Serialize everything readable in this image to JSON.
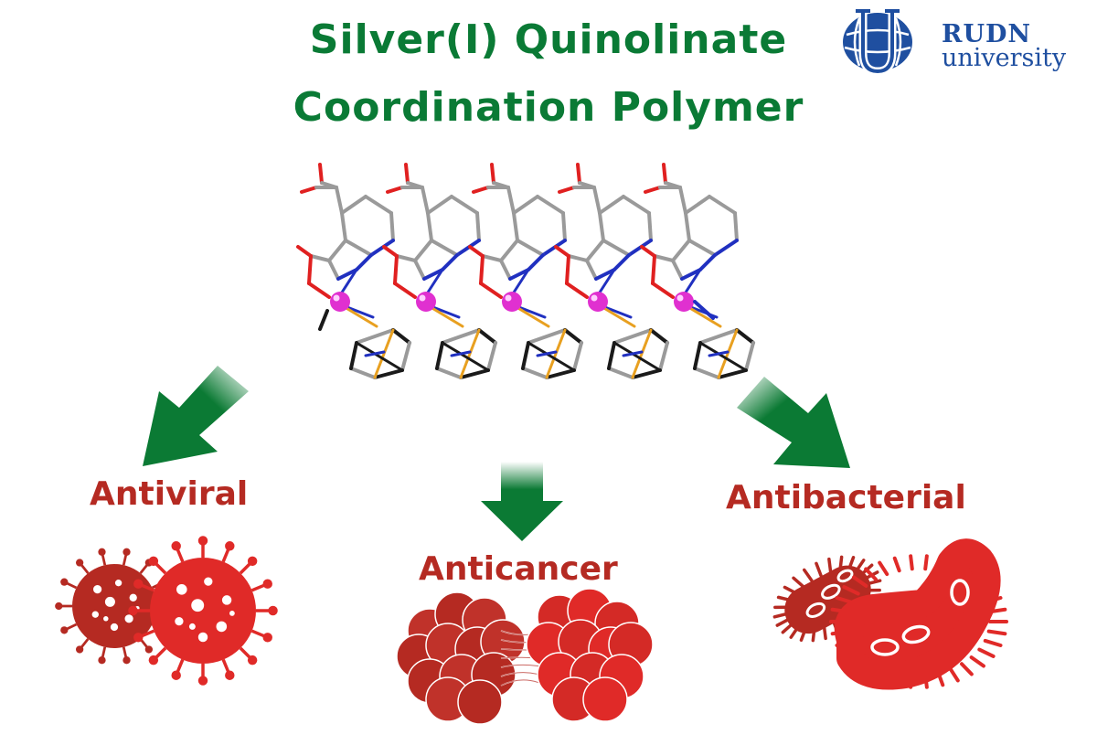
{
  "colors": {
    "title_green": "#0a7a35",
    "label_red": "#b52a22",
    "arrow_green": "#0b7a34",
    "logo_blue": "#1f4fa0",
    "virus_dark": "#b52a22",
    "virus_light": "#e02a28",
    "bond_gray": "#9a9a9a",
    "silver_atom": "#e030d0",
    "nitrogen": "#2030c0",
    "oxygen": "#e02020",
    "phosphorus": "#e8a020"
  },
  "header": {
    "title_line1": "Silver(I) Quinolinate",
    "title_line2": "Coordination Polymer"
  },
  "logo": {
    "icon": "rudn-globe-icon",
    "name_line1": "RUDN",
    "name_line2": "university"
  },
  "activities": [
    {
      "label": "Antiviral",
      "icon": "virus-icon"
    },
    {
      "label": "Anticancer",
      "icon": "tumor-cells-icon"
    },
    {
      "label": "Antibacterial",
      "icon": "bacteria-icon"
    }
  ]
}
